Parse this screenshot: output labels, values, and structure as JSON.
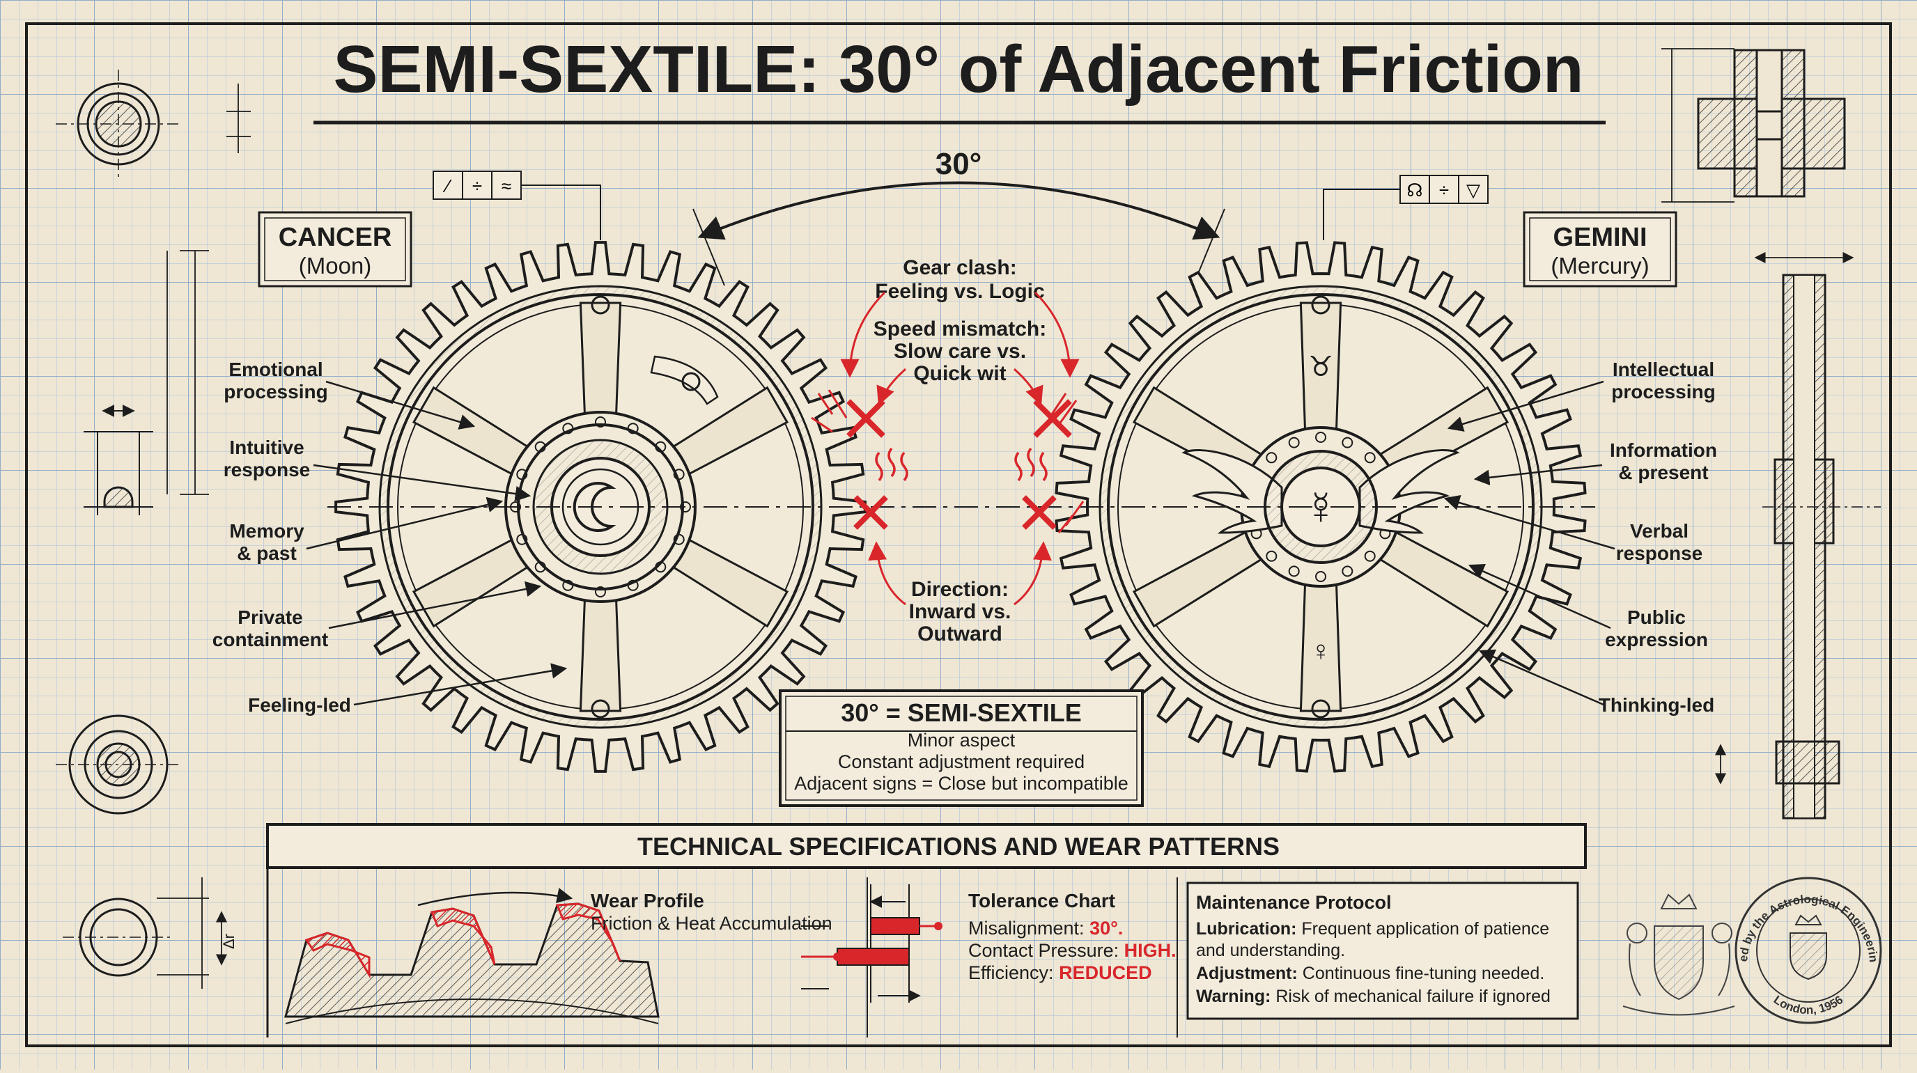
{
  "title": "SEMI-SEXTILE: 30° of Adjacent Friction",
  "angle_label": "30°",
  "left_sign": {
    "name": "CANCER",
    "ruler": "(Moon)",
    "symbol_box": [
      "⁄",
      "÷",
      "≈"
    ]
  },
  "right_sign": {
    "name": "GEMINI",
    "ruler": "(Mercury)",
    "symbol_box": [
      "☊",
      "÷",
      "▽"
    ]
  },
  "left_labels": [
    [
      "Emotional",
      "processing"
    ],
    [
      "Intuitive",
      "response"
    ],
    [
      "Memory",
      "& past"
    ],
    [
      "Private",
      "containment"
    ],
    [
      "Feeling-led"
    ]
  ],
  "right_labels": [
    [
      "Intellectual",
      "processing"
    ],
    [
      "Information",
      "& present"
    ],
    [
      "Verbal",
      "response"
    ],
    [
      "Public",
      "expression"
    ],
    [
      "Thinking-led"
    ]
  ],
  "center_notes": [
    [
      "Gear clash:",
      "Feeling vs. Logic"
    ],
    [
      "Speed mismatch:",
      "Slow care vs.",
      "Quick wit"
    ],
    [
      "Direction:",
      "Inward vs.",
      "Outward"
    ]
  ],
  "summary_box": {
    "heading": "30° = SEMI-SEXTILE",
    "lines": [
      "Minor aspect",
      "Constant adjustment required",
      "Adjacent signs = Close but incompatible"
    ]
  },
  "specs": {
    "heading": "TECHNICAL SPECIFICATIONS AND WEAR PATTERNS",
    "wear": {
      "title": "Wear Profile",
      "subtitle": "Friction & Heat Accumulation"
    },
    "tolerance": {
      "title": "Tolerance Chart",
      "rows": [
        {
          "label": "Misalignment: ",
          "value": "30°."
        },
        {
          "label": "Contact Pressure: ",
          "value": "HIGH."
        },
        {
          "label": "Efficiency: ",
          "value": "REDUCED"
        }
      ]
    },
    "maintenance": {
      "title": "Maintenance Protocol",
      "items": [
        {
          "key": "Lubrication:",
          "text": " Frequent application of patience",
          "cont": "and understanding."
        },
        {
          "key": "Adjustment:",
          "text": " Continuous fine-tuning needed.",
          "cont": ""
        },
        {
          "key": "Warning:",
          "text": " Risk of mechanical failure if ignored",
          "cont": ""
        }
      ]
    }
  },
  "seal": {
    "top": "Approved by the Astrological Engineering Guild",
    "bottom": "London, 1956"
  },
  "dim_mark": "Δr",
  "colors": {
    "paper": "#efe7d4",
    "grid": "#a9bfd6",
    "ink": "#1d1d1d",
    "accent": "#d8262b"
  }
}
